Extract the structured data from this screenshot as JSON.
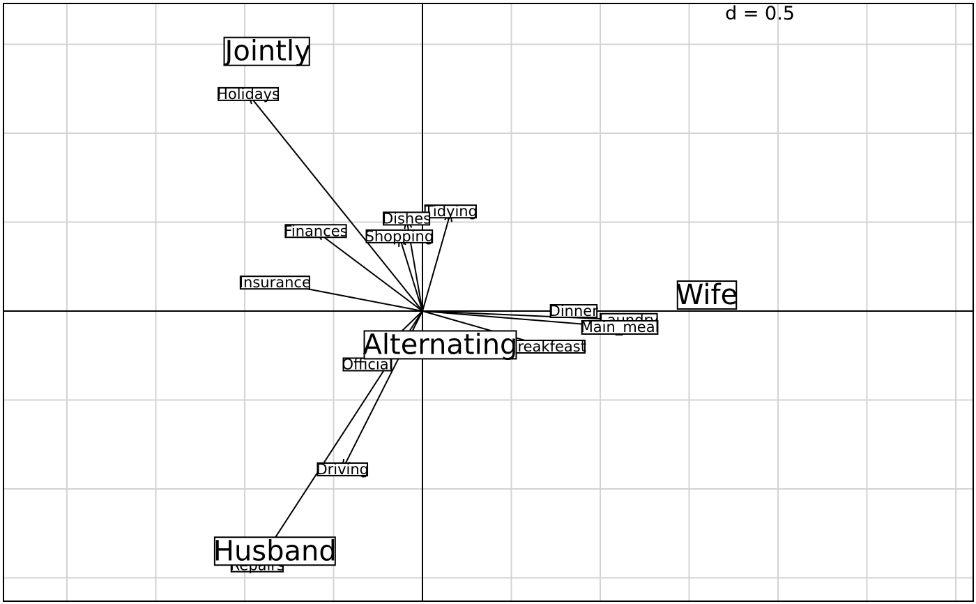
{
  "chart_data": {
    "type": "scatter",
    "subtype": "biplot",
    "grid": true,
    "grid_step": 0.5,
    "xlim": [
      -2.37,
      3.1
    ],
    "ylim": [
      -1.64,
      1.74
    ],
    "scale_label": "d = 0.5",
    "scale_label_position": "top-right",
    "row_points": [
      {
        "label": "Jointly",
        "x": -0.87,
        "y": 1.46
      },
      {
        "label": "Wife",
        "x": 1.6,
        "y": 0.09
      },
      {
        "label": "Alternating",
        "x": 0.1,
        "y": -0.19
      },
      {
        "label": "Husband",
        "x": -0.83,
        "y": -1.35
      }
    ],
    "column_arrows": [
      {
        "label": "Holidays",
        "x": -0.98,
        "y": 1.22
      },
      {
        "label": "Tidying",
        "x": 0.16,
        "y": 0.56
      },
      {
        "label": "Dishes",
        "x": -0.09,
        "y": 0.52
      },
      {
        "label": "Shopping",
        "x": -0.13,
        "y": 0.42
      },
      {
        "label": "Finances",
        "x": -0.6,
        "y": 0.45
      },
      {
        "label": "Insurance",
        "x": -0.83,
        "y": 0.16
      },
      {
        "label": "Dinner",
        "x": 0.85,
        "y": 0.0
      },
      {
        "label": "Laundry",
        "x": 1.16,
        "y": -0.05
      },
      {
        "label": "Main_meal",
        "x": 1.11,
        "y": -0.09
      },
      {
        "label": "Breakfeast",
        "x": 0.7,
        "y": -0.2
      },
      {
        "label": "Official",
        "x": -0.31,
        "y": -0.3
      },
      {
        "label": "Driving",
        "x": -0.45,
        "y": -0.89
      },
      {
        "label": "Repairs",
        "x": -0.93,
        "y": -1.43
      }
    ]
  }
}
